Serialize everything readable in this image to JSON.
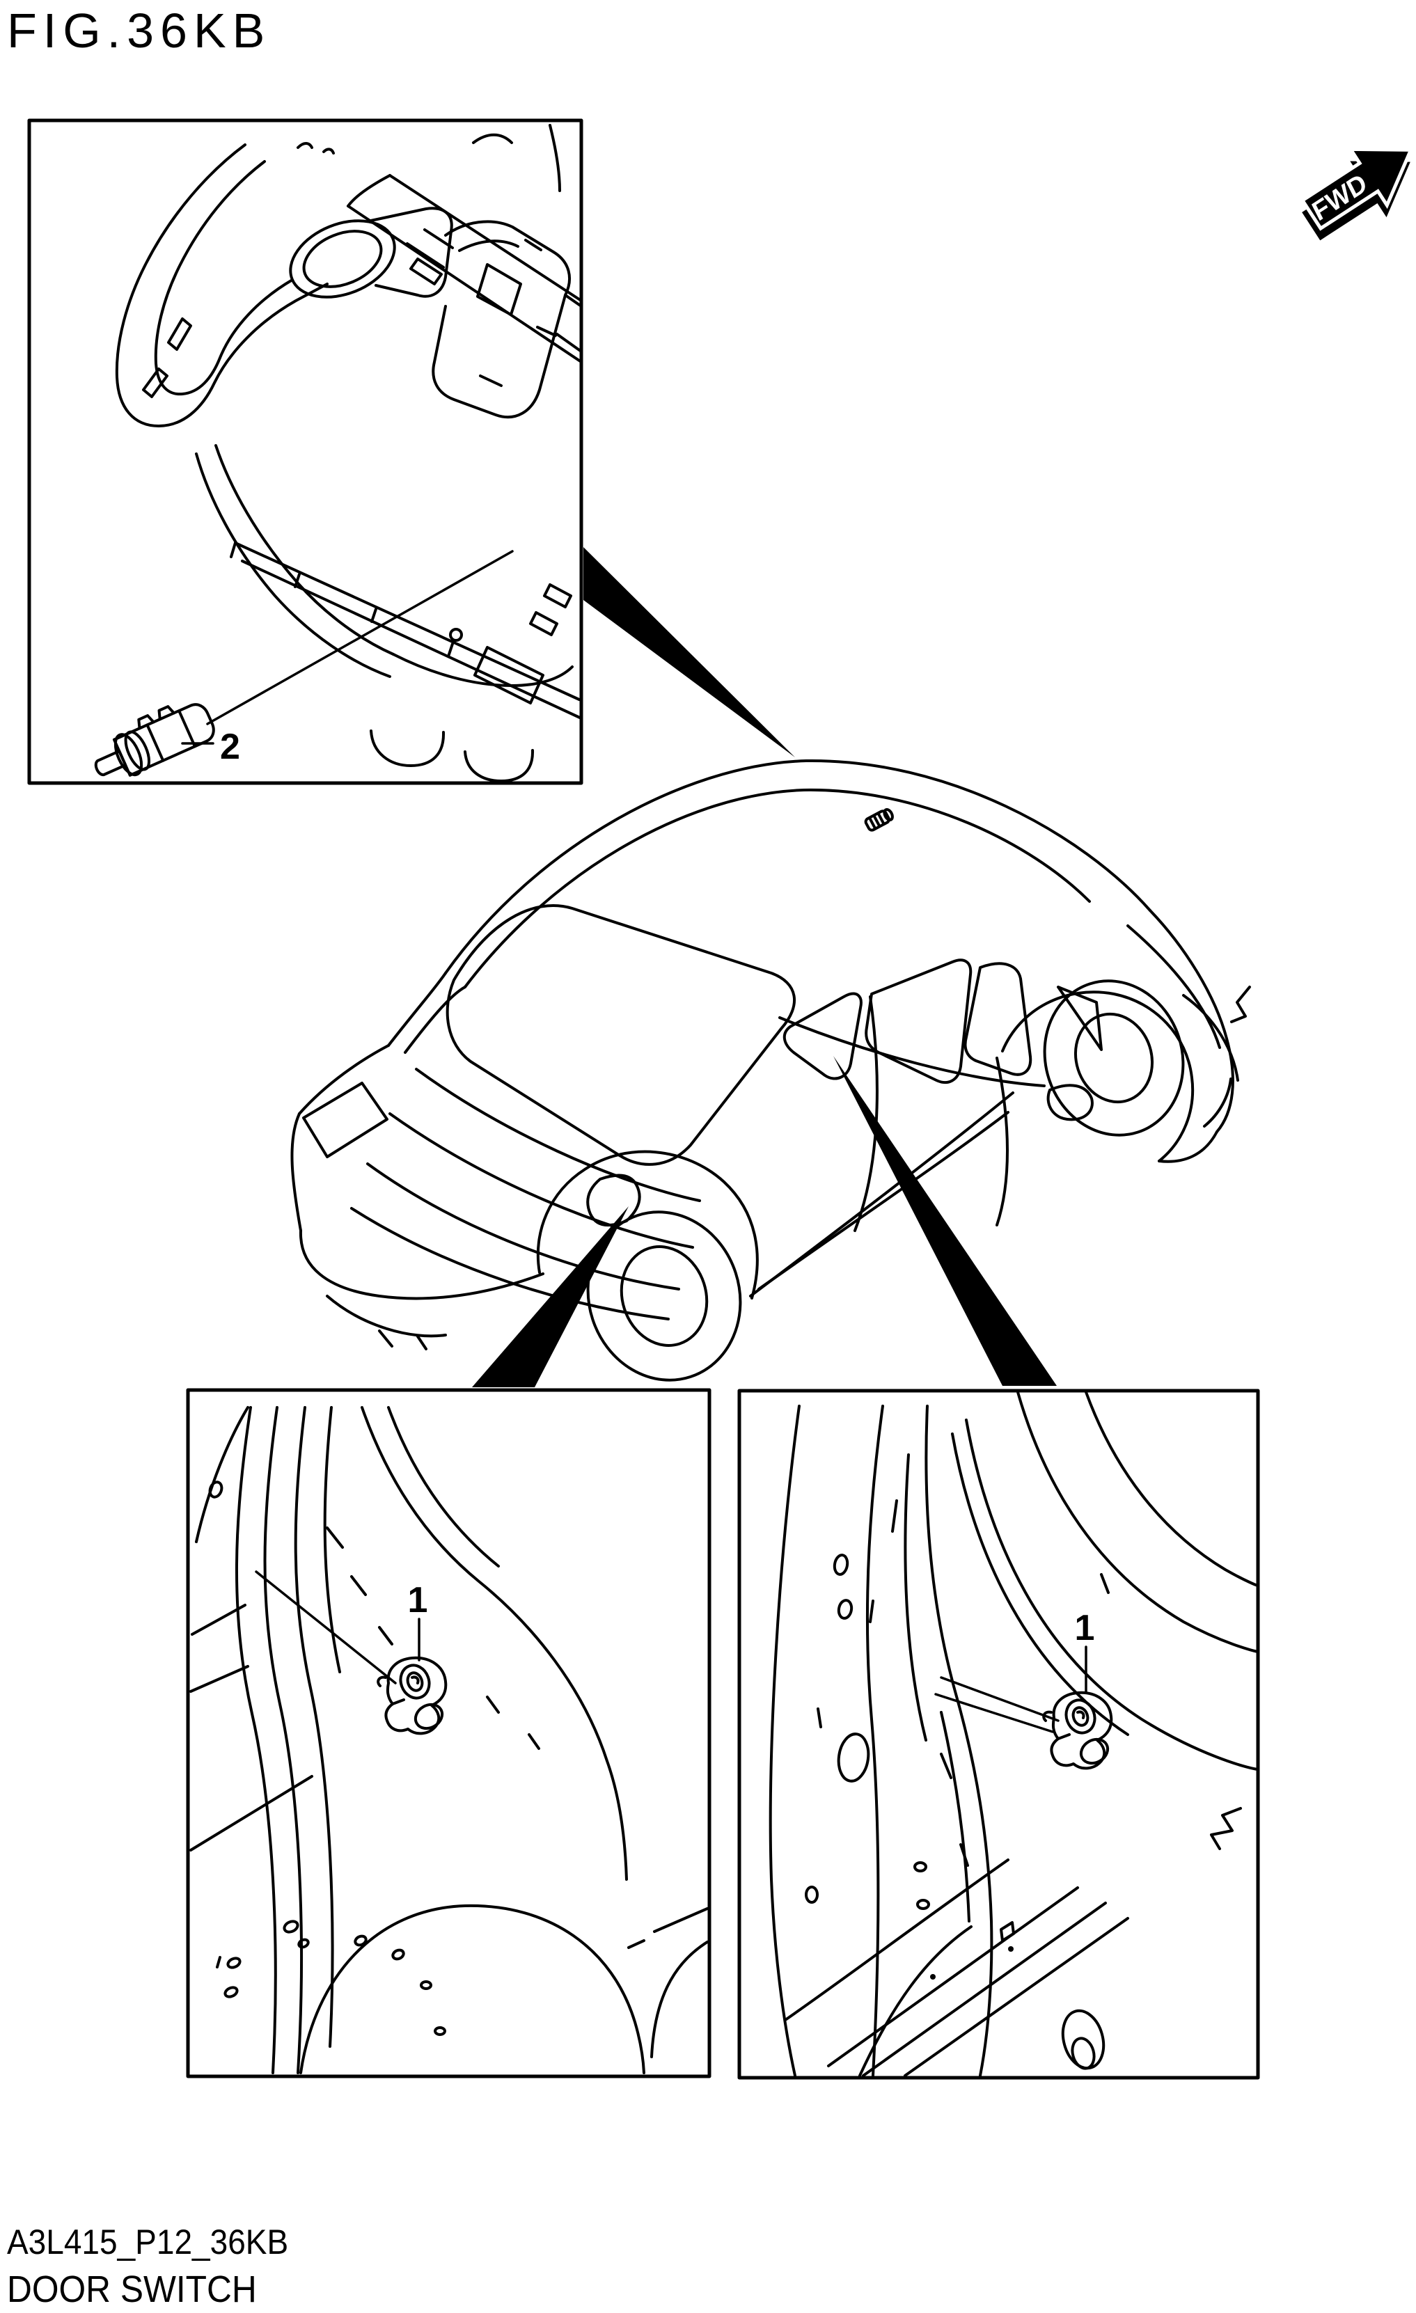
{
  "page": {
    "title": "FIG.36KB",
    "background": "#ffffff",
    "line_color": "#000000"
  },
  "fwd_badge": {
    "label": "FWD"
  },
  "callouts": {
    "panel_switch": "2",
    "rear_switch": "1",
    "center_switch": "1"
  },
  "footer": {
    "drawing_code": "A3L415_P12_36KB",
    "caption": "DOOR SWITCH"
  }
}
